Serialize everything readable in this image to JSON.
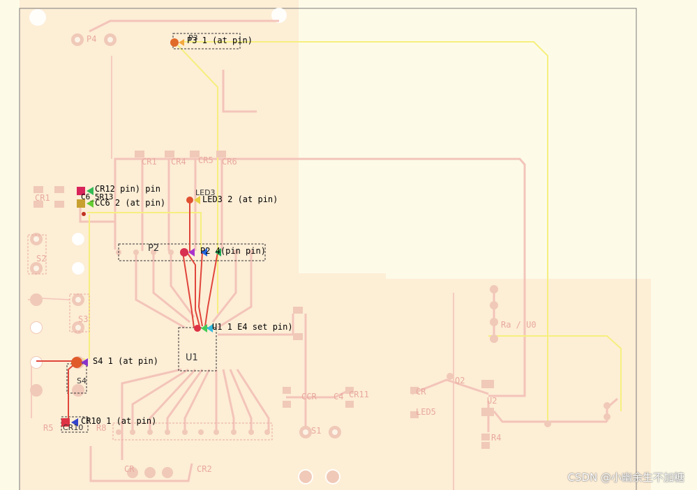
{
  "pin_labels": {
    "p3": "P3 1 (at pin)",
    "cr": "CR12 pin) pin",
    "cr_sub": "C6_5R13",
    "cc": "CC6 2 (at pin)",
    "led3": "LED3 2 (at pin)",
    "p2": "P2 4(pin pin)",
    "u1": "U1 1 E4 set pin)",
    "s4": "S4 1 (at pin)",
    "cr10": "CR10 1 (at pin)"
  },
  "refs": {
    "p3": "P3",
    "p4": "P4",
    "cr1": "CR1",
    "cr4": "CR4",
    "cr5": "CR5",
    "cr6": "CR6",
    "cr1b": "CR1",
    "led": "LED3",
    "p2": "P2",
    "s2": "S2",
    "s3": "S3",
    "u1": "U1",
    "s4": "S4",
    "cr10": "CR10",
    "r8": "R8",
    "r5": "R5",
    "cr2": "CR2",
    "cr11": "CR11",
    "c4": "C4",
    "s1": "S1",
    "led5": "LED5",
    "cr": "CR",
    "u2": "U2",
    "r4": "R4",
    "q2": "Q2",
    "ra": "Ra / U0",
    "cr_low": "CR",
    "ccr": "CCR"
  },
  "watermark": "CSDN @小幽余生不加糖",
  "colors": {
    "board": "#fdeed6",
    "background": "#fdfbe8",
    "trace_pink": "#f3c4b9",
    "trace_yellow": "#f6ef7e",
    "trace_red": "#e0453b",
    "pad": "#f0c9b8",
    "pad_hole": "#fbf3e6"
  }
}
